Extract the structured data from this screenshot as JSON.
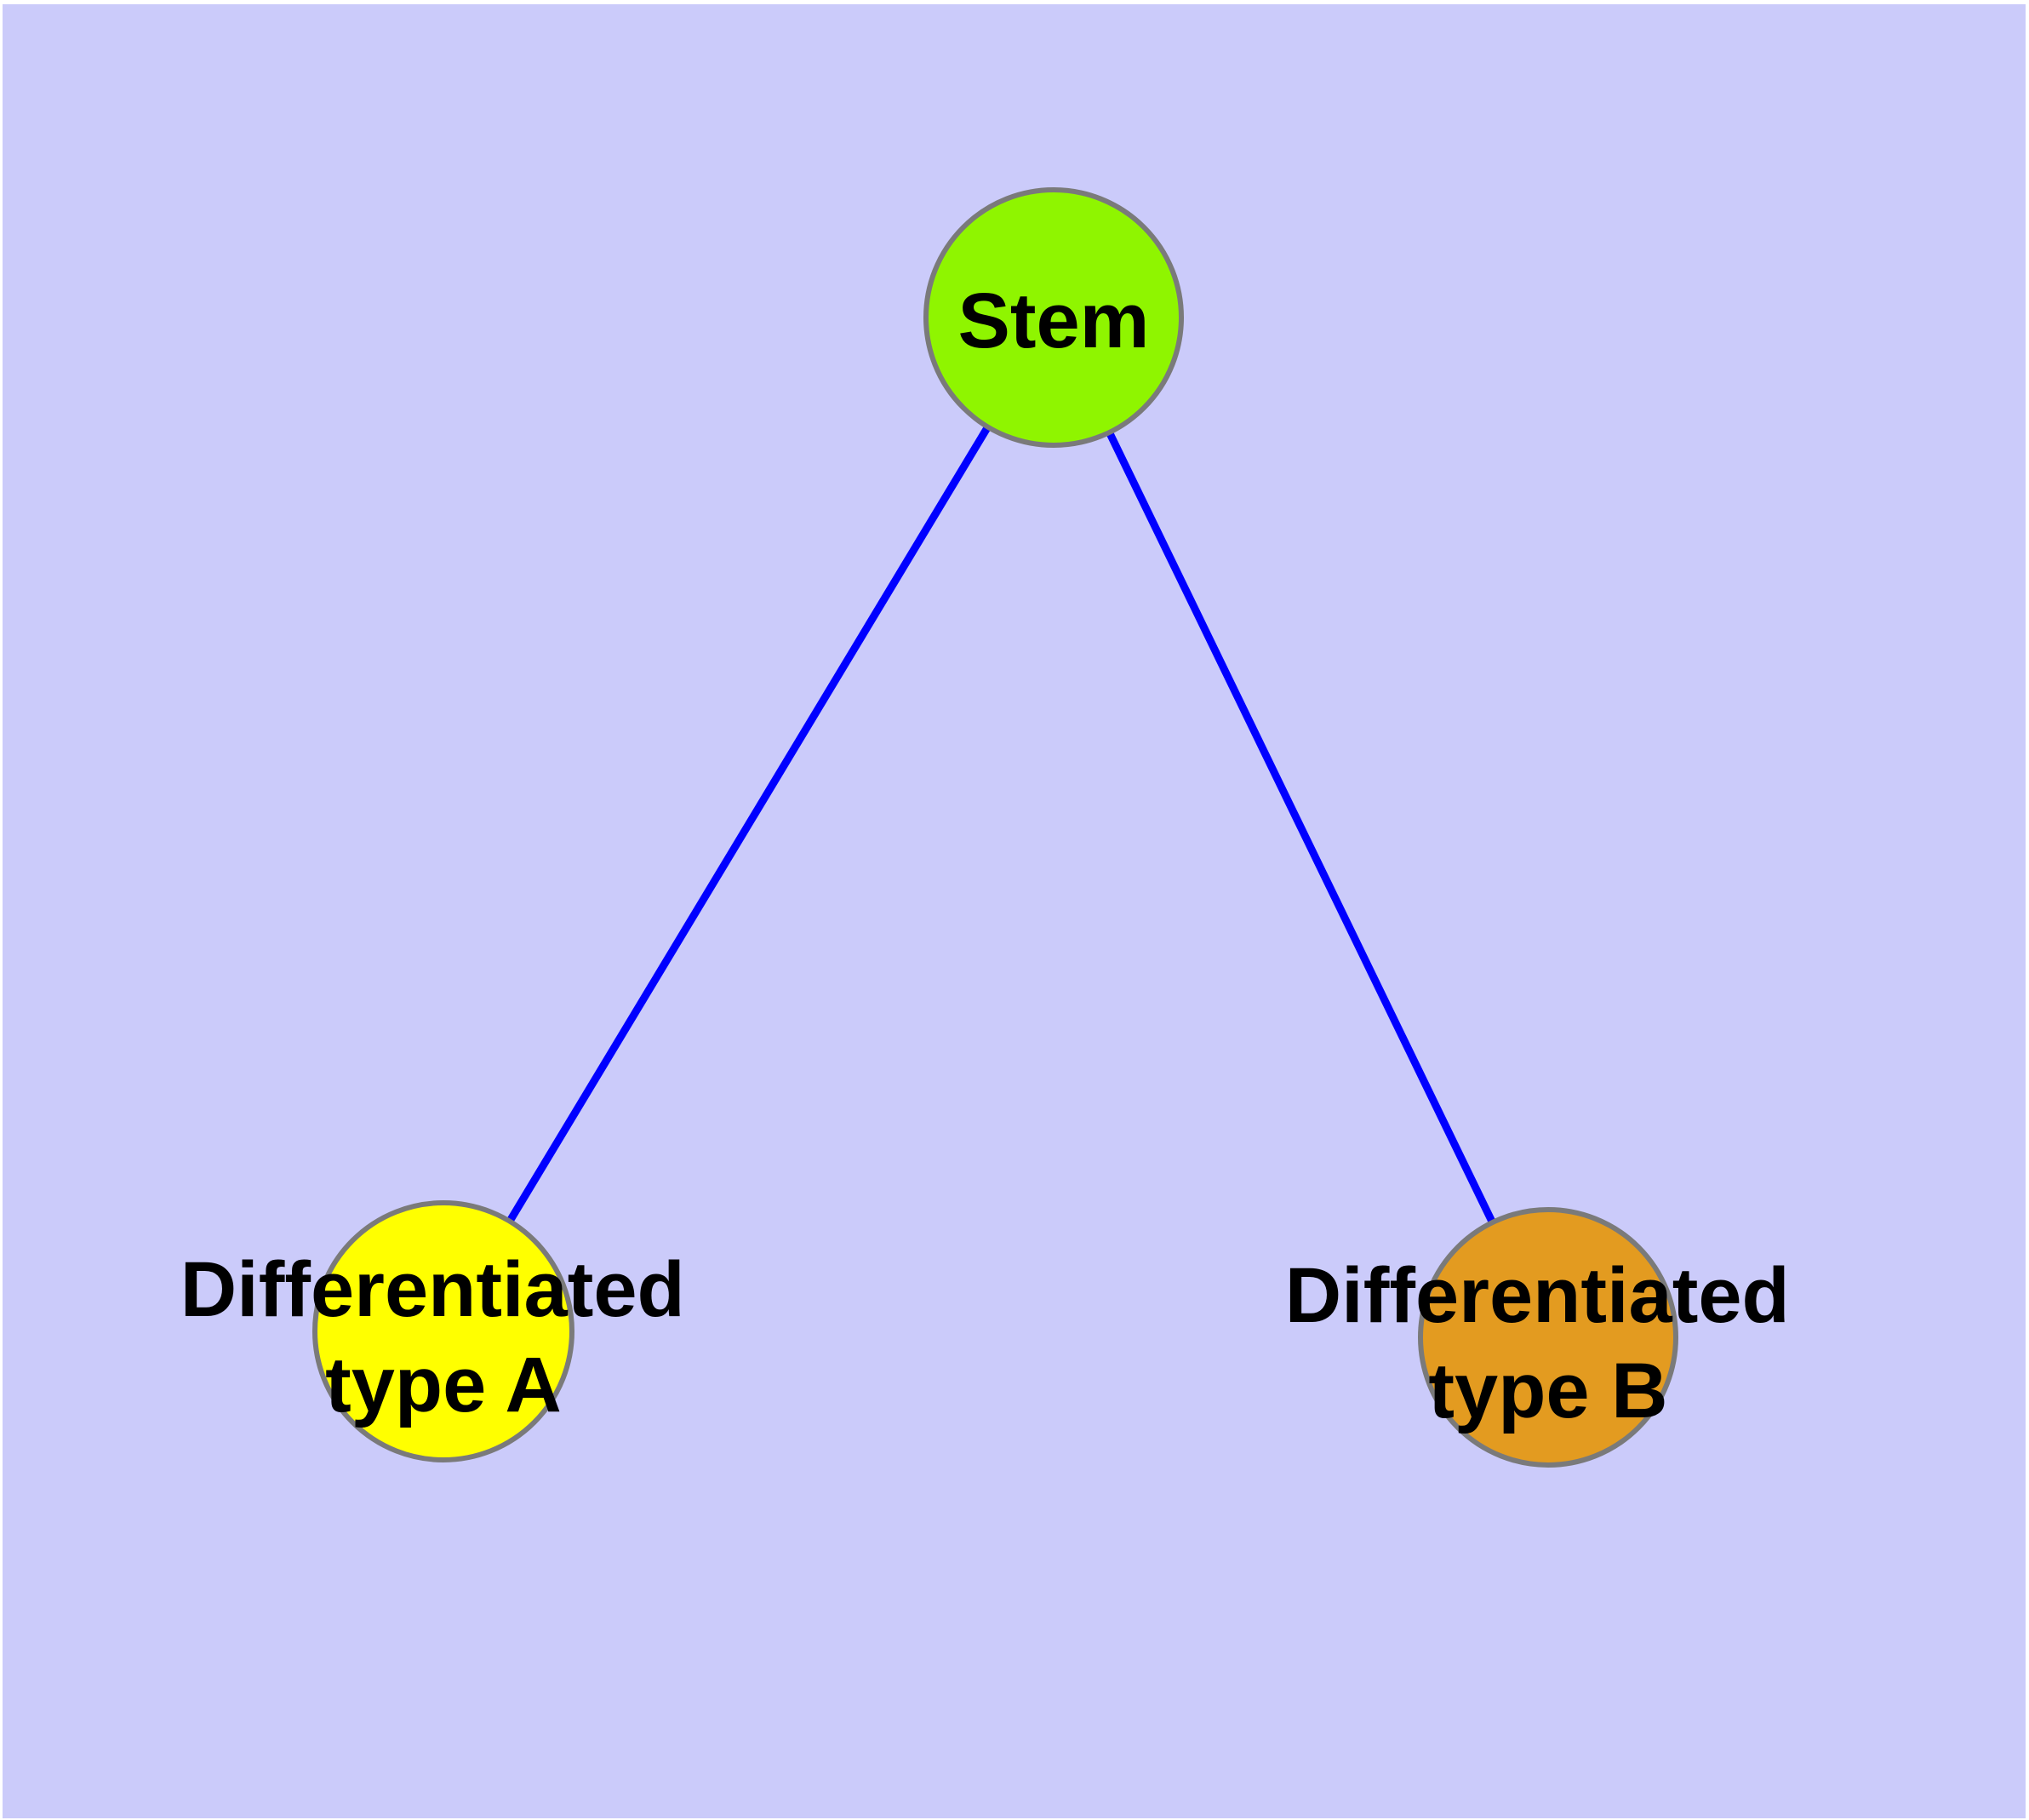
{
  "diagram": {
    "colors": {
      "page_margin": "#ffffff",
      "canvas_bg": "#cbcbfa",
      "edge": "#0000ff",
      "node_border": "#7a7a7a",
      "label": "#000000"
    },
    "nodes": [
      {
        "id": "stem",
        "label": "Stem",
        "label_lines": [
          "Stem"
        ],
        "color": "#8ff500"
      },
      {
        "id": "differentiated-type-a",
        "label": "Differentiated type A",
        "label_lines": [
          "Differentiated",
          "type A"
        ],
        "color": "#ffff00"
      },
      {
        "id": "differentiated-type-b",
        "label": "Differentiated type B",
        "label_lines": [
          "Differentiated",
          "type B"
        ],
        "color": "#e39b20"
      }
    ],
    "edges": [
      {
        "from": "Stem",
        "to": "Differentiated type A"
      },
      {
        "from": "Stem",
        "to": "Differentiated type B"
      }
    ]
  }
}
